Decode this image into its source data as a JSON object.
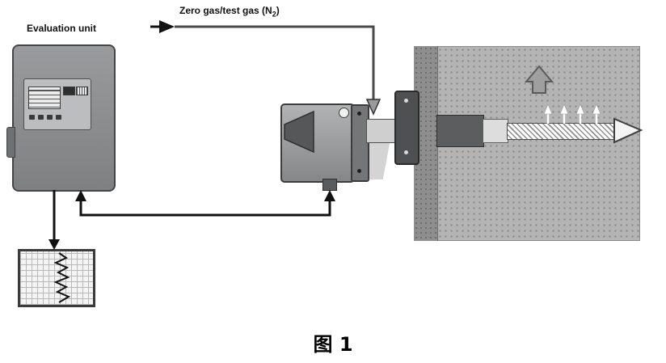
{
  "labels": {
    "evaluation_unit": "Evaluation unit",
    "zero_gas": {
      "prefix": "Zero gas/test gas (N",
      "sub": "2",
      "suffix": ")"
    },
    "caption": "图 1"
  },
  "icons": {
    "gas_inlet_arrow": "right-arrow",
    "gas_down_arrow": "down-arrow",
    "signal_arrows": "up-arrow",
    "recorder_arrow": "down-arrow",
    "flow_block_arrow": "up-block-arrow",
    "flow_small_arrows": "up-arrow-white"
  },
  "colors": {
    "device_gray": "#919293",
    "panel_gray": "#bcbdbe",
    "wall_gray": "#b4b4b4",
    "wall_edge_gray": "#8e8e8e",
    "dark_flange": "#4f5051",
    "line_black": "#1a1a1a",
    "block_arrow_gray": "#9f9f9f",
    "flow_arrow_white": "#ffffff"
  }
}
